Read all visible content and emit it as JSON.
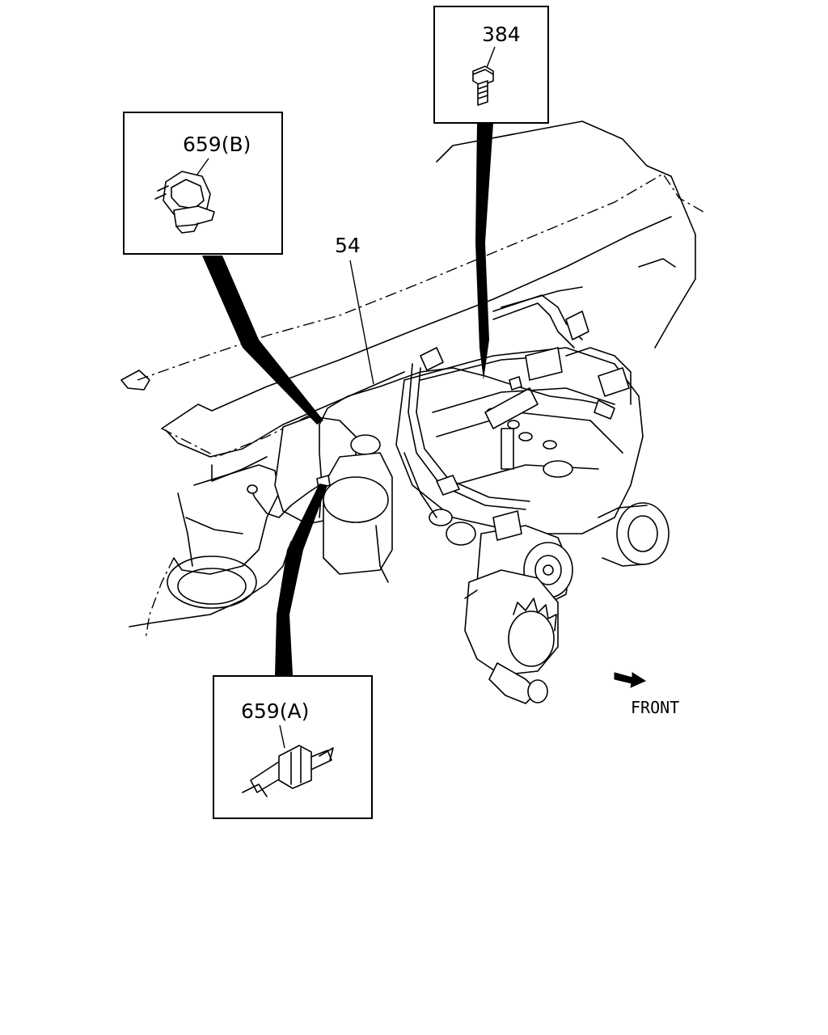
{
  "labels": {
    "part_384": "384",
    "part_659b": "659(B)",
    "part_54": "54",
    "part_659a": "659(A)",
    "front": "FRONT"
  },
  "icons": {
    "bolt": "bolt-icon",
    "clip_b": "clamp-clip-icon",
    "clip_a": "bracket-clip-icon",
    "front_arrow": "arrow-right-icon"
  }
}
